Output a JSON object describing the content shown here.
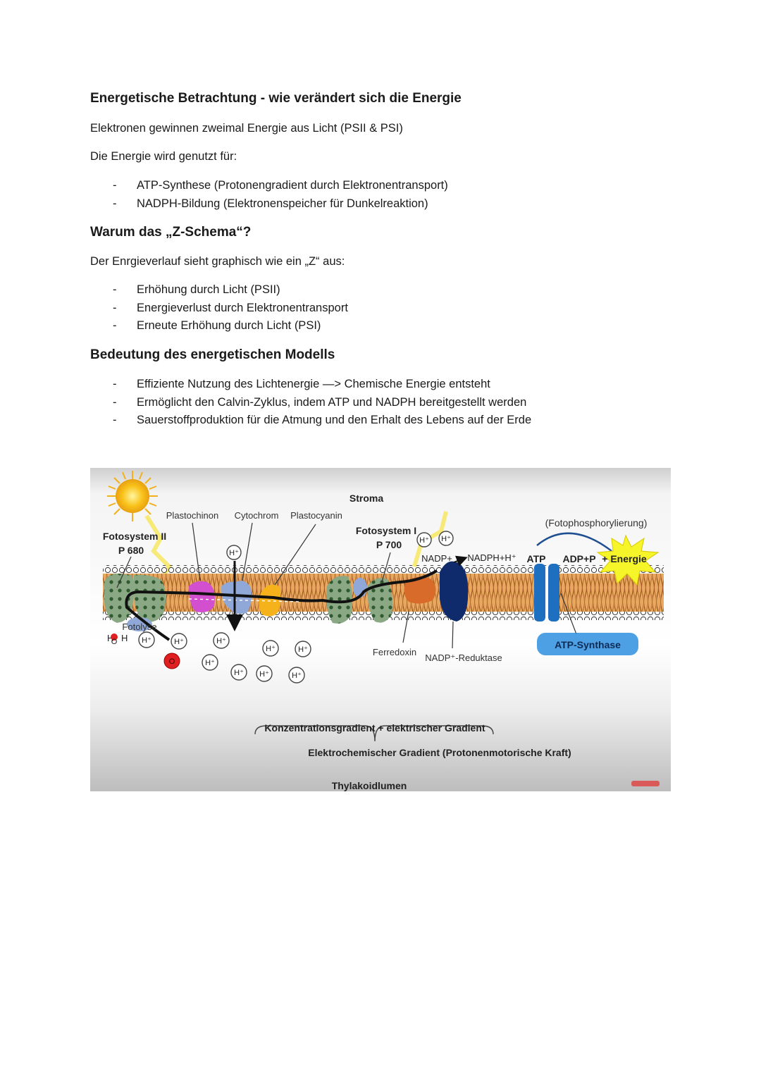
{
  "section1": {
    "heading": "Energetische Betrachtung - wie verändert sich die Energie",
    "intro": "Elektronen gewinnen zweimal Energie aus Licht (PSII & PSI)",
    "lead": "Die Energie wird genutzt für:",
    "items": [
      "ATP-Synthese (Protonengradient durch Elektronentransport)",
      "NADPH-Bildung (Elektronenspeicher für Dunkelreaktion)"
    ]
  },
  "section2": {
    "heading": "Warum das „Z-Schema“?",
    "lead": "Der Enrgieverlauf sieht graphisch wie ein „Z“ aus:",
    "items": [
      "Erhöhung durch Licht (PSII)",
      "Energieverlust durch Elektronentransport",
      "Erneute Erhöhung durch Licht (PSI)"
    ]
  },
  "section3": {
    "heading": "Bedeutung des energetischen Modells",
    "items": [
      "Effiziente Nutzung des Lichtenergie —> Chemische Energie entsteht",
      "Ermöglicht den Calvin-Zyklus, indem ATP und NADPH bereitgestellt werden",
      "Sauerstoffproduktion für die Atmung und den Erhalt des Lebens auf der Erde"
    ]
  },
  "bullet_char": "-",
  "diagram": {
    "stroma": "Stroma",
    "plastochinon": "Plastochinon",
    "cytochrom": "Cytochrom",
    "plastocyanin": "Plastocyanin",
    "ps2_name": "Fotosystem II",
    "ps2_p": "P 680",
    "ps1_name": "Fotosystem I",
    "ps1_p": "P 700",
    "fotophosphorylierung": "(Fotophosphorylierung)",
    "nadp": "NADP+",
    "nadph": "NADPH+H⁺",
    "atp": "ATP",
    "adp": "ADP+P",
    "energie": "+ Energie",
    "fotolyse": "Fotolyse",
    "water_h1": "H",
    "water_o": "O",
    "water_h2": "H",
    "h_plus": "H⁺",
    "oxygen": "O",
    "ferredoxin": "Ferredoxin",
    "nadp_reduktase": "NADP⁺-Reduktase",
    "atp_synthase": "ATP-Synthase",
    "gradient1": "Konzentrationsgradient + elektrischer Gradient",
    "gradient2": "Elektrochemischer Gradient  (Protonenmotorische Kraft)",
    "lumen": "Thylakoidlumen",
    "colors": {
      "membrane_tail": "#c07a30",
      "psii": "#7f9f78",
      "plastochinon": "#d24fd0",
      "cytochrom": "#8fa8d8",
      "plastocyanin": "#f5b21a",
      "ferredoxin": "#d86a2a",
      "reduktase": "#0f2b6b",
      "synthase": "#1f6fc0",
      "synthase_label_bg": "#2f8fe0",
      "energy_star": "#f5f52a",
      "oxygen": "#e02020"
    }
  }
}
